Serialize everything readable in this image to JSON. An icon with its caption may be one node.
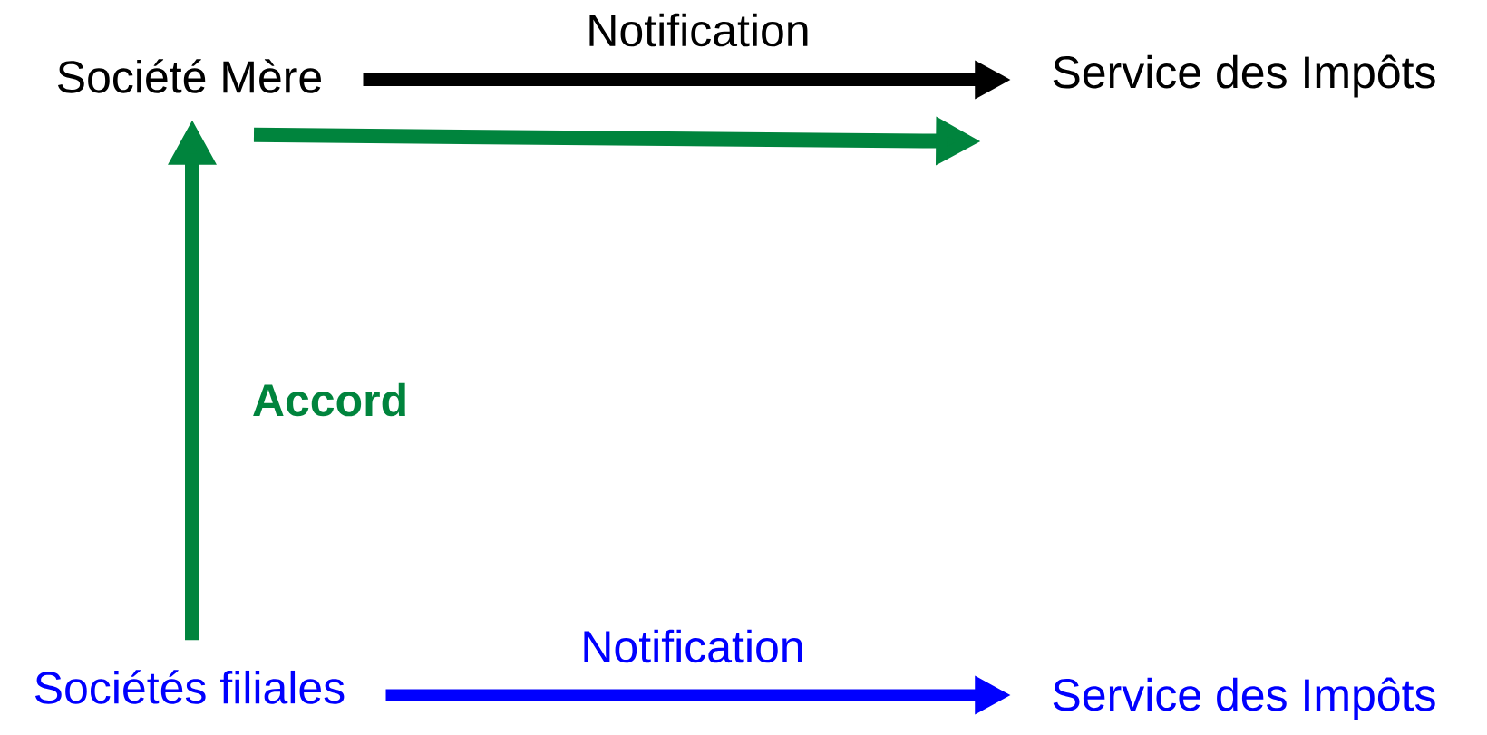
{
  "diagram": {
    "nodes": [
      {
        "text": [
          "Société Mère"
        ]
      },
      {
        "text": [
          "Service des Impôts"
        ]
      },
      {
        "text": [
          "Sociétés filiales"
        ]
      },
      {
        "text": [
          "Service des Impôts"
        ]
      }
    ],
    "edges": [
      {
        "from": 0,
        "to": 1,
        "arrow": "to",
        "label": "Notification",
        "color": "#000000"
      },
      {
        "from": 0,
        "to": 1,
        "arrow": "to",
        "color": "#00843d"
      },
      {
        "from": 2,
        "to": 0,
        "arrow": "to",
        "label": "**Accord**",
        "color": "#00843d"
      },
      {
        "from": 2,
        "to": 3,
        "arrow": "to",
        "label": "Notification",
        "color": "#0000ff"
      }
    ]
  }
}
